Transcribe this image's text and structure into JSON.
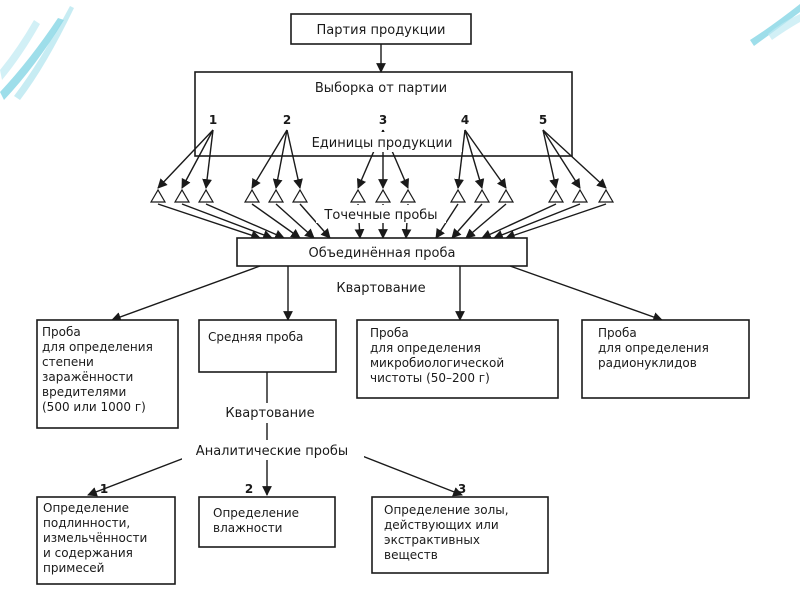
{
  "title_box": "Партия продукции",
  "sample_frame": {
    "title": "Выборка от партии",
    "units_label": "Единицы продукции",
    "unit_numbers": [
      "1",
      "2",
      "3",
      "4",
      "5"
    ]
  },
  "point_samples_label": "Точечные пробы",
  "combined_sample": "Объединённая проба",
  "quartering_1": "Квартование",
  "samples": {
    "pests": [
      "Проба",
      "для определения",
      "степени",
      "заражённости",
      "вредителями",
      "(500 или 1000 г)"
    ],
    "average": [
      "Средняя проба"
    ],
    "micro": [
      "Проба",
      "для определения",
      "микробиологической",
      "чистоты (50–200 г)"
    ],
    "radio": [
      "Проба",
      "для определения",
      "радионуклидов"
    ]
  },
  "quartering_2": "Квартование",
  "analytical_label": "Аналитические пробы",
  "analytical_numbers": [
    "1",
    "2",
    "3"
  ],
  "analyses": {
    "authenticity": [
      "Определение",
      "подлинности,",
      "измельчённости",
      "и содержания",
      "примесей"
    ],
    "moisture": [
      "Определение",
      "влажности"
    ],
    "ash": [
      "Определение золы,",
      "действующих или",
      "экстрактивных",
      "веществ"
    ]
  },
  "colors": {
    "line": "#1a1a1a",
    "accent_teal": "#4ec3d8",
    "accent_light": "#bfe9f2"
  }
}
